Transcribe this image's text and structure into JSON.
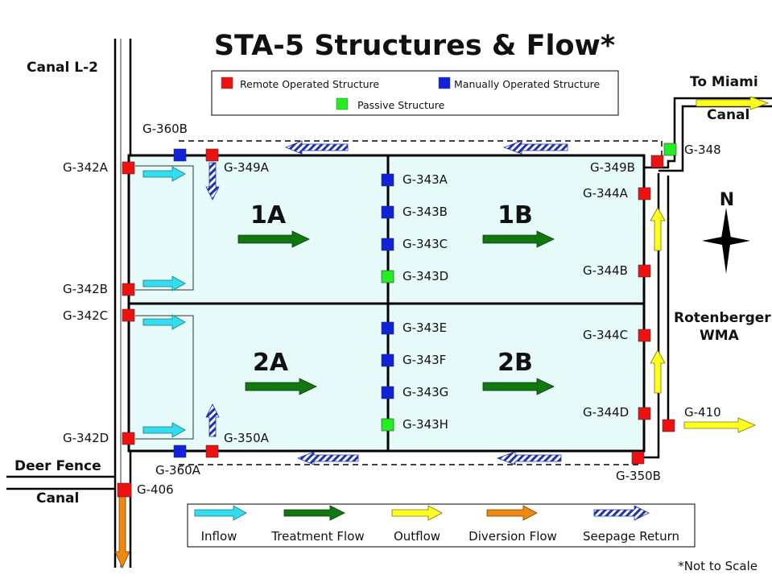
{
  "title": "STA-5 Structures & Flow*",
  "note": "*Not to Scale",
  "north": "N",
  "place_labels": {
    "canal_l2": "Canal L-2",
    "to_miami": "To Miami",
    "canal_right": "Canal",
    "deer_fence": "Deer Fence",
    "canal_left": "Canal",
    "rotenberger": "Rotenberger",
    "wma": "WMA"
  },
  "cells": [
    "1A",
    "1B",
    "2A",
    "2B"
  ],
  "legend_top": {
    "remote": "Remote Operated Structure",
    "manual": "Manually Operated Structure",
    "passive": "Passive Structure"
  },
  "legend_bottom": {
    "inflow": "Inflow",
    "treatment": "Treatment Flow",
    "outflow": "Outflow",
    "diversion": "Diversion Flow",
    "seepage": "Seepage Return"
  },
  "structures": {
    "g342a": "G-342A",
    "g342b": "G-342B",
    "g342c": "G-342C",
    "g342d": "G-342D",
    "g360b": "G-360B",
    "g349a": "G-349A",
    "g349b": "G-349B",
    "g348": "G-348",
    "g343a": "G-343A",
    "g343b": "G-343B",
    "g343c": "G-343C",
    "g343d": "G-343D",
    "g343e": "G-343E",
    "g343f": "G-343F",
    "g343g": "G-343G",
    "g343h": "G-343H",
    "g344a": "G-344A",
    "g344b": "G-344B",
    "g344c": "G-344C",
    "g344d": "G-344D",
    "g350a": "G-350A",
    "g360a": "G-360A",
    "g350b": "G-350B",
    "g406": "G-406",
    "g410": "G-410"
  },
  "colors": {
    "remote": "#ee1111",
    "manual": "#1122dd",
    "passive": "#22ee22",
    "inflow": "#33ddee",
    "treatment": "#117711",
    "outflow": "#ffff22",
    "diversion": "#ee8811",
    "seepage": "#2233aa",
    "cell_fill": "#e6fafa"
  }
}
